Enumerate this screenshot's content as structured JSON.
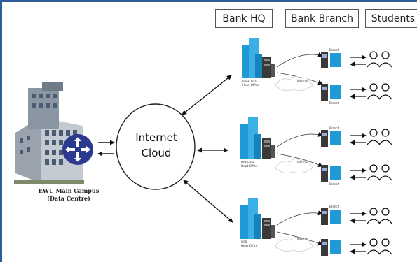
{
  "headers": {
    "bank_hq": "Bank HQ",
    "bank_branch": "Bank Branch",
    "students": "Students"
  },
  "cloud": {
    "line1": "Internet",
    "line2": "Cloud"
  },
  "campus": {
    "line1": "EWU Main Campus",
    "line2": "(Data Centre)"
  },
  "banks": [
    {
      "name": "Bank Asia",
      "sub": "Head Office",
      "link": "Internet"
    },
    {
      "name": "Dhk Bank",
      "sub": "Head Office",
      "link": "Internet"
    },
    {
      "name": "UCB",
      "sub": "Head Office",
      "link": "Internet"
    }
  ],
  "branch_label": "Branch",
  "colors": {
    "frame": "#2f5d99",
    "building": "#1f9ad6",
    "router": "#2b3a8f",
    "arrow": "#111111"
  }
}
